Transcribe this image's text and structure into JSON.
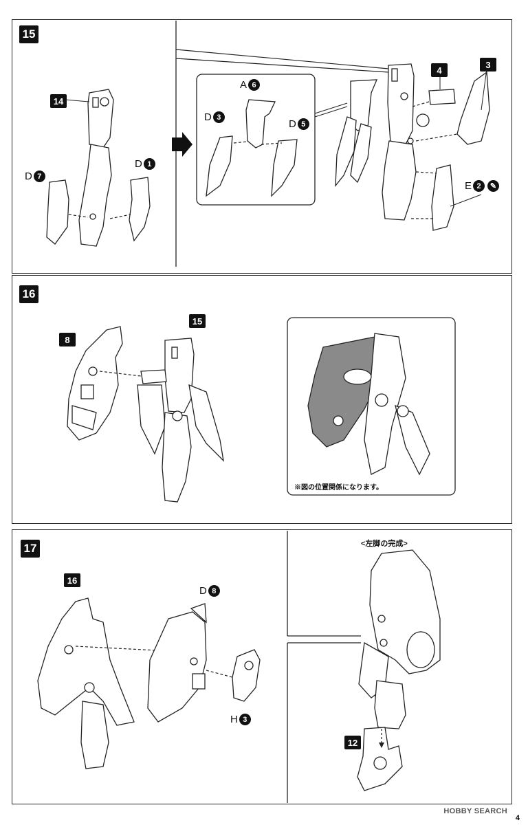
{
  "step15": {
    "step_number": "15",
    "callouts": {
      "part14": "14",
      "part4": "4",
      "part3": "3"
    },
    "labels": {
      "d7": {
        "letter": "D",
        "num": "7"
      },
      "d1": {
        "letter": "D",
        "num": "1"
      },
      "a6": {
        "letter": "A",
        "num": "6"
      },
      "d3": {
        "letter": "D",
        "num": "3"
      },
      "d5": {
        "letter": "D",
        "num": "5"
      },
      "e2": {
        "letter": "E",
        "num": "2"
      }
    }
  },
  "step16": {
    "step_number": "16",
    "callouts": {
      "part8": "8",
      "part15": "15"
    },
    "note": "※図の位置関係になります。"
  },
  "step17": {
    "step_number": "17",
    "callouts": {
      "part16": "16",
      "part12": "12"
    },
    "labels": {
      "d8": {
        "letter": "D",
        "num": "8"
      },
      "h3": {
        "letter": "H",
        "num": "3"
      }
    },
    "completion_heading": "<左脚の完成>"
  },
  "footer": {
    "watermark": "HOBBY SEARCH",
    "page_number": "4"
  },
  "colors": {
    "line": "#222222",
    "badge": "#111111",
    "shade": "#8a8a8a"
  }
}
